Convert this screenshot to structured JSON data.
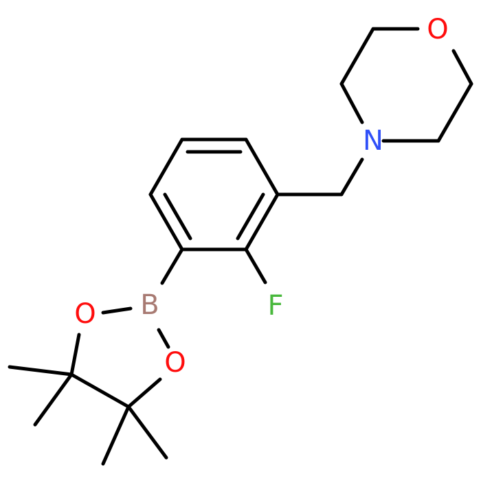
{
  "colors": {
    "bond": "#000000",
    "oxygen": "#ff0d0d",
    "nitrogen": "#3050f8",
    "fluorine": "#48b83c",
    "boron": "#a87a72"
  },
  "atoms": {
    "morpholine_O": "O",
    "morpholine_N": "N",
    "fluorine": "F",
    "boron": "B",
    "dioxaborolane_O1": "O",
    "dioxaborolane_O2": "O"
  }
}
